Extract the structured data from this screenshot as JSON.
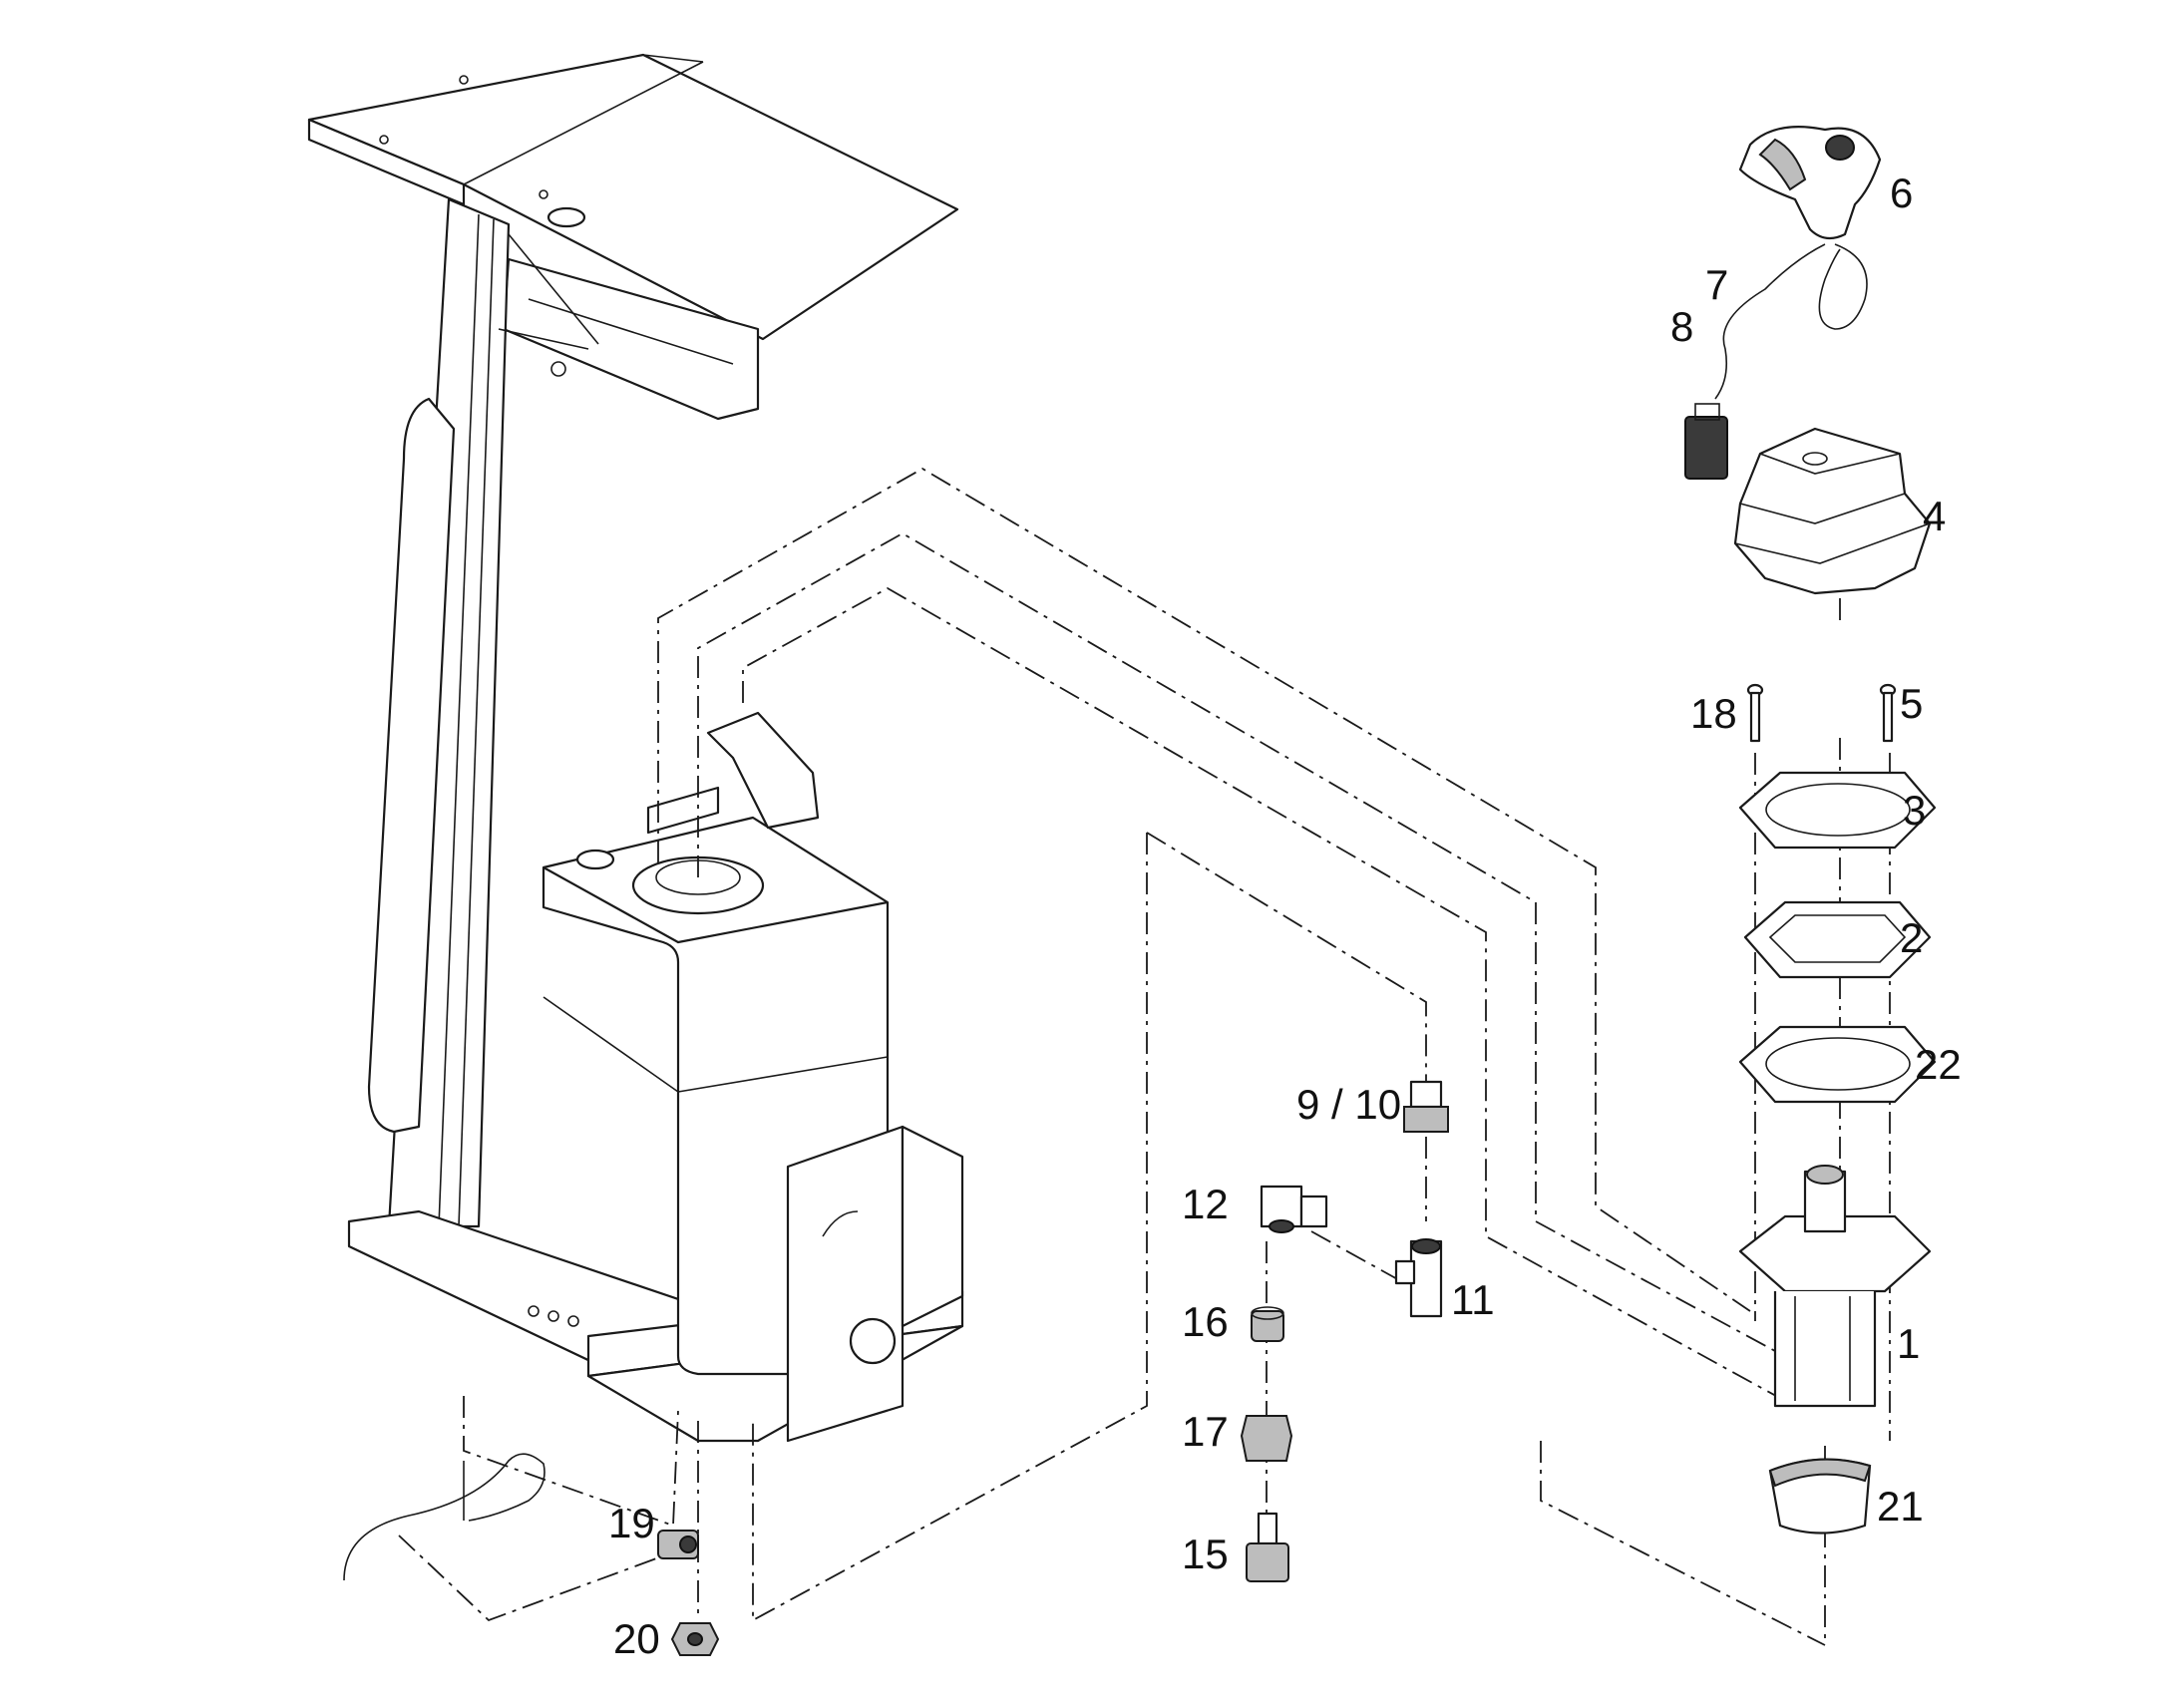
{
  "callouts": [
    {
      "id": "1",
      "text": "1"
    },
    {
      "id": "2",
      "text": "2"
    },
    {
      "id": "3",
      "text": "3"
    },
    {
      "id": "4",
      "text": "4"
    },
    {
      "id": "5",
      "text": "5"
    },
    {
      "id": "6",
      "text": "6"
    },
    {
      "id": "7",
      "text": "7"
    },
    {
      "id": "8",
      "text": "8"
    },
    {
      "id": "9_10",
      "text": "9 / 10"
    },
    {
      "id": "11",
      "text": "11"
    },
    {
      "id": "12",
      "text": "12"
    },
    {
      "id": "15",
      "text": "15"
    },
    {
      "id": "16",
      "text": "16"
    },
    {
      "id": "17",
      "text": "17"
    },
    {
      "id": "18",
      "text": "18"
    },
    {
      "id": "19",
      "text": "19"
    },
    {
      "id": "20",
      "text": "20"
    },
    {
      "id": "21",
      "text": "21"
    },
    {
      "id": "22",
      "text": "22"
    }
  ]
}
